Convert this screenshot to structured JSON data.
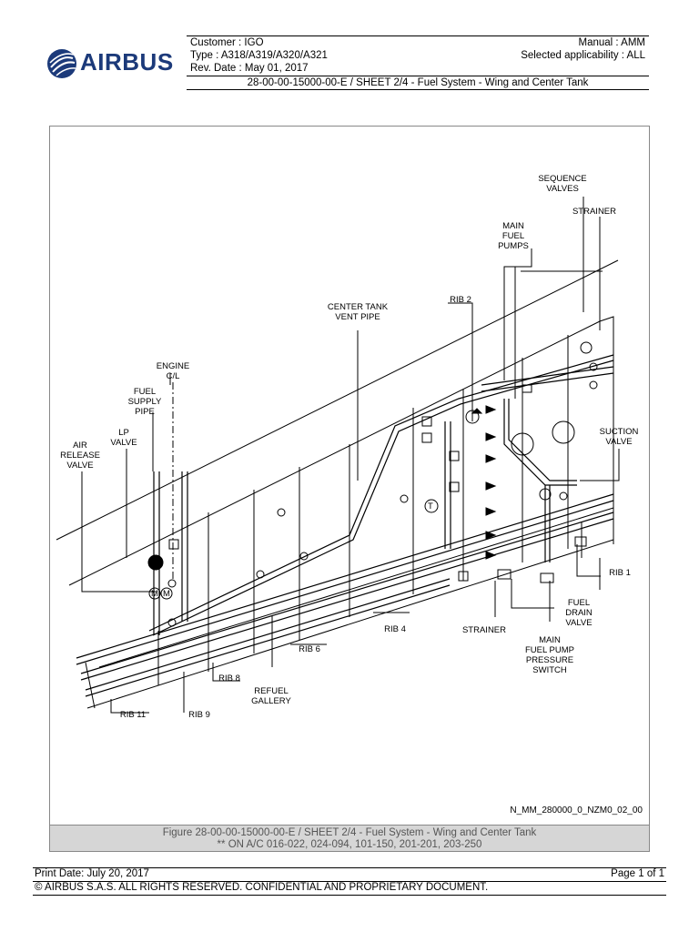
{
  "header": {
    "logo_text": "AIRBUS",
    "customer": "Customer : IGO",
    "manual": "Manual : AMM",
    "type": "Type : A318/A319/A320/A321",
    "applicability": "Selected applicability : ALL",
    "rev_date": "Rev. Date : May 01, 2017",
    "doc_title": "28-00-00-15000-00-E / SHEET 2/4 - Fuel System - Wing and Center Tank"
  },
  "figure": {
    "labels": {
      "sequence_valves_1": "SEQUENCE",
      "sequence_valves_2": "VALVES",
      "strainer_top": "STRAINER",
      "main_fuel_pumps_1": "MAIN",
      "main_fuel_pumps_2": "FUEL",
      "main_fuel_pumps_3": "PUMPS",
      "rib2": "RIB 2",
      "center_vent_1": "CENTER TANK",
      "center_vent_2": "VENT PIPE",
      "engine_cl_1": "ENGINE",
      "engine_cl_2": "C/L",
      "fuel_supply_1": "FUEL",
      "fuel_supply_2": "SUPPLY",
      "fuel_supply_3": "PIPE",
      "lp_valve_1": "LP",
      "lp_valve_2": "VALVE",
      "air_release_1": "AIR",
      "air_release_2": "RELEASE",
      "air_release_3": "VALVE",
      "suction_valve_1": "SUCTION",
      "suction_valve_2": "VALVE",
      "rib1": "RIB 1",
      "fuel_drain_1": "FUEL",
      "fuel_drain_2": "DRAIN",
      "fuel_drain_3": "VALVE",
      "rib4": "RIB 4",
      "strainer_bottom": "STRAINER",
      "pump_switch_1": "MAIN",
      "pump_switch_2": "FUEL PUMP",
      "pump_switch_3": "PRESSURE",
      "pump_switch_4": "SWITCH",
      "rib6": "RIB 6",
      "rib8": "RIB 8",
      "refuel_1": "REFUEL",
      "refuel_2": "GALLERY",
      "rib11": "RIB 11",
      "rib9": "RIB 9",
      "motor_a": "M",
      "motor_b": "M",
      "temp_sensor": "T"
    },
    "drawing_id": "N_MM_280000_0_NZM0_02_00",
    "caption_line1": "Figure 28-00-00-15000-00-E / SHEET 2/4 - Fuel System - Wing and Center Tank",
    "caption_line2": "** ON A/C 016-022, 024-094, 101-150, 201-201, 203-250"
  },
  "footer": {
    "print_date": "Print Date: July 20, 2017",
    "page": "Page 1 of 1",
    "copyright": "© AIRBUS S.A.S. ALL RIGHTS RESERVED. CONFIDENTIAL AND PROPRIETARY DOCUMENT."
  }
}
